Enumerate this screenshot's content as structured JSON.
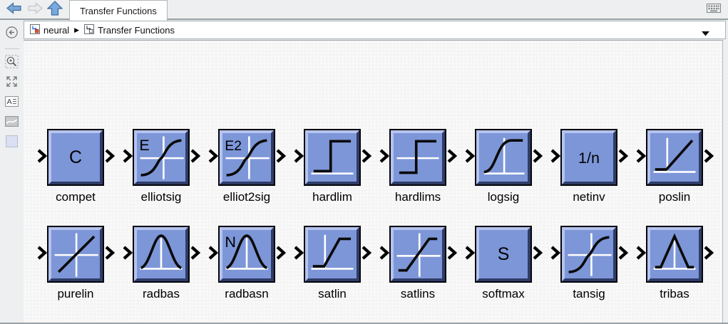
{
  "window": {
    "title_tab": "Transfer Functions"
  },
  "toolbar": {
    "back_button": {
      "icon": "back-arrow-icon",
      "enabled": true
    },
    "forward_button": {
      "icon": "forward-arrow-icon",
      "enabled": false
    },
    "up_button": {
      "icon": "up-arrow-icon",
      "enabled": true
    },
    "keyboard_button": {
      "icon": "keyboard-icon"
    }
  },
  "breadcrumb": {
    "items": [
      {
        "label": "neural",
        "icon": "library-block-icon"
      },
      {
        "label": "Transfer Functions",
        "icon": "library-block-icon"
      }
    ],
    "separator": "▶",
    "dropdown_icon": "chevron-down-icon"
  },
  "sidebar": {
    "buttons": [
      {
        "icon": "hide-browser-icon"
      },
      {
        "icon": "zoom-region-icon"
      },
      {
        "icon": "fit-to-view-icon"
      },
      {
        "icon": "annotation-icon"
      },
      {
        "icon": "image-icon"
      },
      {
        "icon": "color-swatch-icon"
      }
    ]
  },
  "library": {
    "blocks_per_row": 8,
    "blocks": [
      {
        "name": "compet",
        "glyph": "center-letter",
        "letter": "C"
      },
      {
        "name": "elliotsig",
        "glyph": "sigmoid-curve",
        "corner_letter": "E"
      },
      {
        "name": "elliot2sig",
        "glyph": "sigmoid-curve",
        "corner_letter": "E2"
      },
      {
        "name": "hardlim",
        "glyph": "step-up"
      },
      {
        "name": "hardlims",
        "glyph": "step-symmetric"
      },
      {
        "name": "logsig",
        "glyph": "log-sigmoid"
      },
      {
        "name": "netinv",
        "glyph": "center-letter",
        "letter": "1/n"
      },
      {
        "name": "poslin",
        "glyph": "positive-linear"
      },
      {
        "name": "purelin",
        "glyph": "linear"
      },
      {
        "name": "radbas",
        "glyph": "gaussian"
      },
      {
        "name": "radbasn",
        "glyph": "gaussian",
        "corner_letter": "N"
      },
      {
        "name": "satlin",
        "glyph": "saturating-linear"
      },
      {
        "name": "satlins",
        "glyph": "saturating-linear-symmetric"
      },
      {
        "name": "softmax",
        "glyph": "center-letter",
        "letter": "S"
      },
      {
        "name": "tansig",
        "glyph": "sigmoid-curve"
      },
      {
        "name": "tribas",
        "glyph": "triangular"
      }
    ]
  },
  "colors": {
    "block_fill": "#7d96d8",
    "block_bevel_light": "#b5c3ee",
    "block_bevel_dark": "#2f3c68",
    "block_border": "#05050a",
    "axis_white": "#ffffff",
    "curve_black": "#0a0a0a",
    "accent_blue": "#6f9cd3"
  }
}
